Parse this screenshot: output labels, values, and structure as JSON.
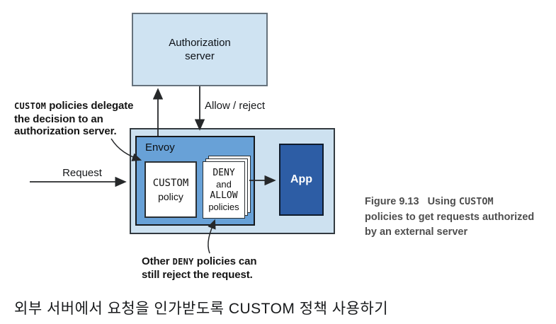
{
  "diagram": {
    "auth_server_line1": "Authorization",
    "auth_server_line2": "server",
    "envoy_label": "Envoy",
    "custom_box": {
      "code": "CUSTOM",
      "text": "policy"
    },
    "policies_box": {
      "code1": "DENY",
      "text1": "and",
      "code2": "ALLOW",
      "text2": "policies"
    },
    "app_label": "App",
    "request_label": "Request",
    "allow_reject_label": "Allow / reject"
  },
  "annotations": {
    "delegate": {
      "l1_code": "CUSTOM",
      "l1_rest": " policies delegate",
      "l2": "the decision to an",
      "l3": "authorization server."
    },
    "deny": {
      "l1_pre": "Other ",
      "l1_code": "DENY",
      "l1_post": " policies can",
      "l2": "still reject the request."
    }
  },
  "caption": {
    "figure_label": "Figure 9.13",
    "lead": "Using ",
    "code": "CUSTOM",
    "line2": "policies to get requests authorized",
    "line3": "by an external server"
  },
  "footer_title": "외부 서버에서 요청을 인가받도록 CUSTOM 정책 사용하기",
  "colors": {
    "light_blue": "#cfe3f2",
    "medium_blue": "#68a1d7",
    "dark_blue": "#2d5da5",
    "caption_gray": "#4e4e4e"
  }
}
